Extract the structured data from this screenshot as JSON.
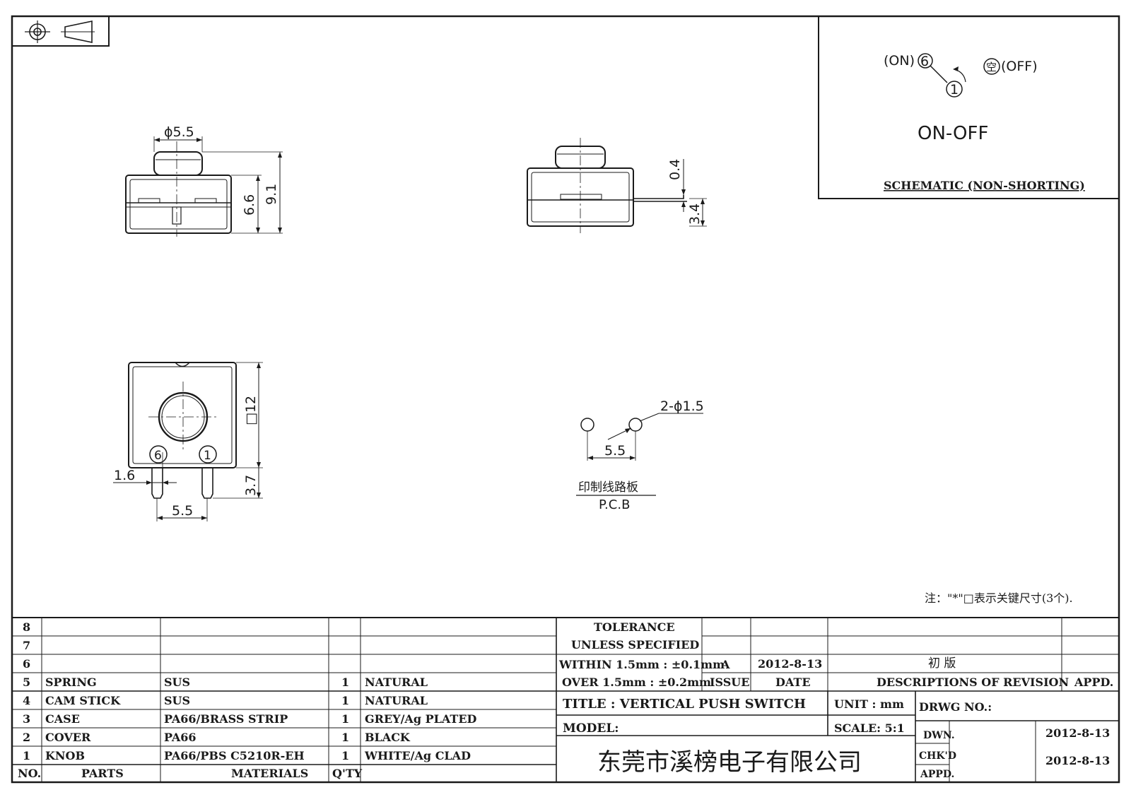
{
  "drawing": {
    "schematic": {
      "on_label": "(ON)",
      "off_label": "(OFF)",
      "pin_6": "6",
      "pin_1": "1",
      "empty_glyph": "空",
      "mode": "ON-OFF",
      "caption": "SCHEMATIC (NON-SHORTING)"
    },
    "front_view": {
      "diameter": "ϕ5.5",
      "height_66": "6.6",
      "height_91": "9.1"
    },
    "side_view": {
      "dim_04": "0.4",
      "dim_34": "3.4"
    },
    "bottom_view": {
      "square": "□12",
      "pin6": "6",
      "pin1": "1",
      "dim_16": "1.6",
      "dim_37": "3.7",
      "dim_55": "5.5"
    },
    "pcb_view": {
      "holes": "2-ϕ1.5",
      "pitch": "5.5",
      "label_cn": "印制线路板",
      "label_en": "P.C.B"
    },
    "note": "注：\"*\"□表示关键尺寸(3个)."
  },
  "bom": {
    "headers": {
      "no": "NO.",
      "parts": "PARTS",
      "materials": "MATERIALS",
      "qty": "Q'TY"
    },
    "rows": [
      {
        "no": "8",
        "part": "",
        "material": "",
        "qty": "",
        "finish": ""
      },
      {
        "no": "7",
        "part": "",
        "material": "",
        "qty": "",
        "finish": ""
      },
      {
        "no": "6",
        "part": "",
        "material": "",
        "qty": "",
        "finish": ""
      },
      {
        "no": "5",
        "part": "SPRING",
        "material": "SUS",
        "qty": "1",
        "finish": "NATURAL"
      },
      {
        "no": "4",
        "part": "CAM STICK",
        "material": "SUS",
        "qty": "1",
        "finish": "NATURAL"
      },
      {
        "no": "3",
        "part": "CASE",
        "material": "PA66/BRASS STRIP",
        "qty": "1",
        "finish": "GREY/Ag PLATED"
      },
      {
        "no": "2",
        "part": "COVER",
        "material": "PA66",
        "qty": "1",
        "finish": "BLACK"
      },
      {
        "no": "1",
        "part": "KNOB",
        "material": "PA66/PBS C5210R-EH",
        "qty": "1",
        "finish": "WHITE/Ag CLAD"
      }
    ]
  },
  "tolerance": {
    "line1": "TOLERANCE",
    "line2": "UNLESS  SPECIFIED",
    "line3": "WITHIN 1.5mm : ±0.1mm",
    "line4": "OVER 1.5mm : ±0.2mm"
  },
  "revision": {
    "issue": "A",
    "date": "2012-8-13",
    "description": "初 版",
    "issue_header": "ISSUE",
    "date_header": "DATE",
    "desc_header": "DESCRIPTIONS OF REVISION",
    "appd_header": "APPD."
  },
  "title_block": {
    "title": "TITLE :  VERTICAL PUSH SWITCH",
    "unit": "UNIT :  mm",
    "drwg_no": "DRWG NO.:",
    "model": "MODEL:",
    "scale": "SCALE:  5:1",
    "company": "东莞市溪榜电子有限公司",
    "dwn_label": "DWN.",
    "dwn_date": "2012-8-13",
    "chkd_label": "CHK'D",
    "chkd_date": "2012-8-13",
    "appd_label": "APPD."
  }
}
